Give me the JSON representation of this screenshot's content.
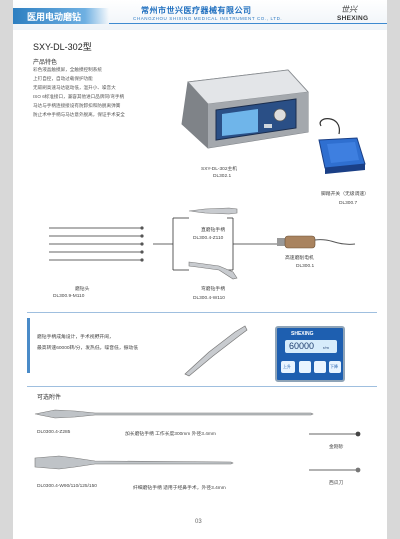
{
  "header": {
    "section_tab": "医用电动磨钻",
    "company_cn": "常州市世兴医疗器械有限公司",
    "company_en": "CHANGZHOU SHIXING MEDICAL INSTRUMENT CO., LTD.",
    "logo_mark": "世兴",
    "logo_text": "SHEXING"
  },
  "product": {
    "model_title": "SXY-DL-302型",
    "features_title": "产品特色",
    "features": [
      "彩色液晶触摸屏，全触摸控制系统",
      "上钉自控，自动过载保护功能",
      "无碳刷高速马达驱动低，温升小、噪音大",
      "ISO 6标准接口，兼容其他进口品牌同/弯手柄",
      "马达与手柄连接接设有防卸扣和防脱离弹簧",
      "防止术中手柄与马达意外脱离，保证手术安全"
    ]
  },
  "items": {
    "main_unit": {
      "name": "SXY-DL-302主机",
      "code": "DL302.1"
    },
    "footswitch": {
      "name": "脚踏开关（无级调速）",
      "code": "DL300.7"
    },
    "straight_handpiece": {
      "name": "直磨钻手柄",
      "code": "DL300.4-Z110"
    },
    "motor": {
      "name": "高速磨削电机",
      "code": "DL300.1"
    },
    "burrs": {
      "name": "磨钻头",
      "code": "DL300.9-M110"
    },
    "curved_handpiece": {
      "name": "弯磨钻手柄",
      "code": "DL300.4-W110"
    }
  },
  "highlight": {
    "line1": "磨钻手柄成角设计，手术视野开阔，",
    "line2": "最高转速60000转/分，发热低，噪音低，振动低"
  },
  "screen": {
    "brand": "SHEXING",
    "speed": "60000",
    "unit": "r/m",
    "btn_left": "上升",
    "btn_right": "下降"
  },
  "optional": {
    "title": "可选附件",
    "acc1": {
      "code": "DL0300.4-Z285",
      "desc": "加长磨钻手柄 工作长度300mm  外径3.4mm"
    },
    "acc2": {
      "code": "DL0300.4-W90/110/125/150",
      "desc": "纤细磨钻手柄 适用于经鼻手术，外径3.4mm"
    },
    "tip1": "金刚砂",
    "tip2": "西瓜刀"
  },
  "page_number": "03",
  "colors": {
    "accent": "#2d7fc1",
    "screen_blue": "#1e5fb0",
    "pedal_blue": "#2f6fd0"
  }
}
